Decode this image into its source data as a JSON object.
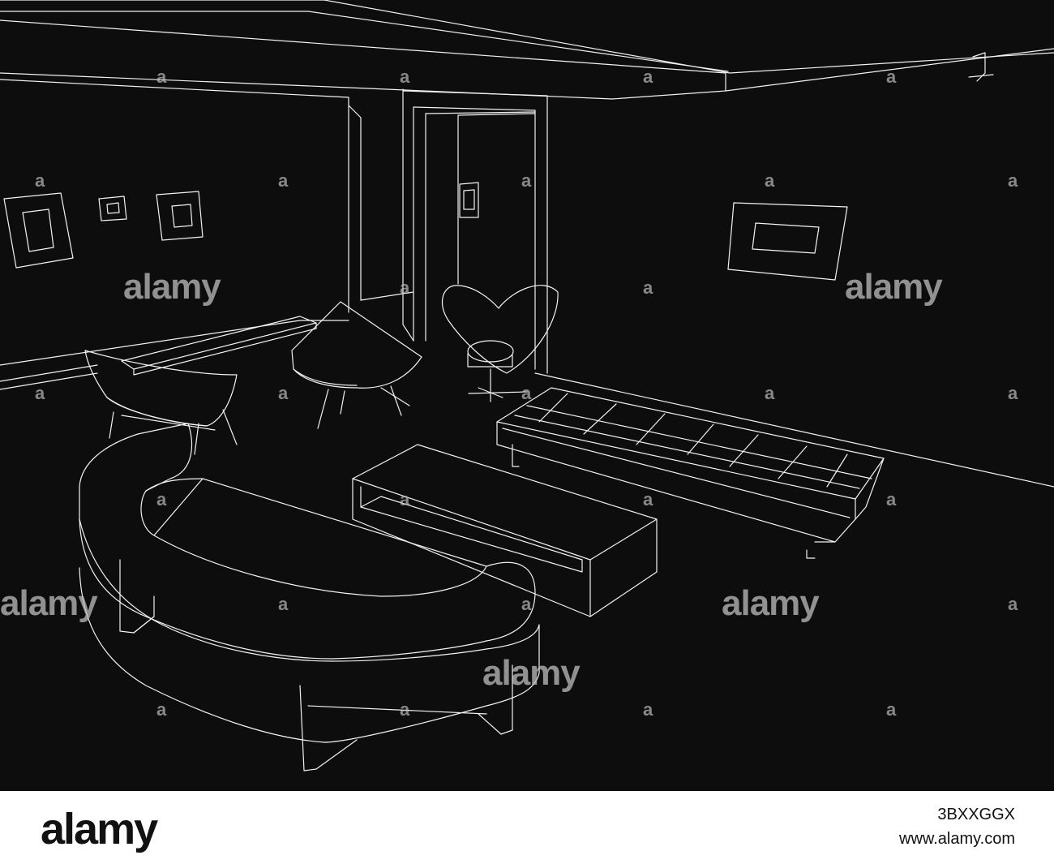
{
  "scene": {
    "colors": {
      "background": "#0d0d0d",
      "line": "#f2f2f2"
    }
  },
  "watermark": {
    "text": "alamy",
    "mark": "a"
  },
  "footer": {
    "logo": "alamy",
    "image_id": "3BXXGGX",
    "url": "www.alamy.com"
  }
}
